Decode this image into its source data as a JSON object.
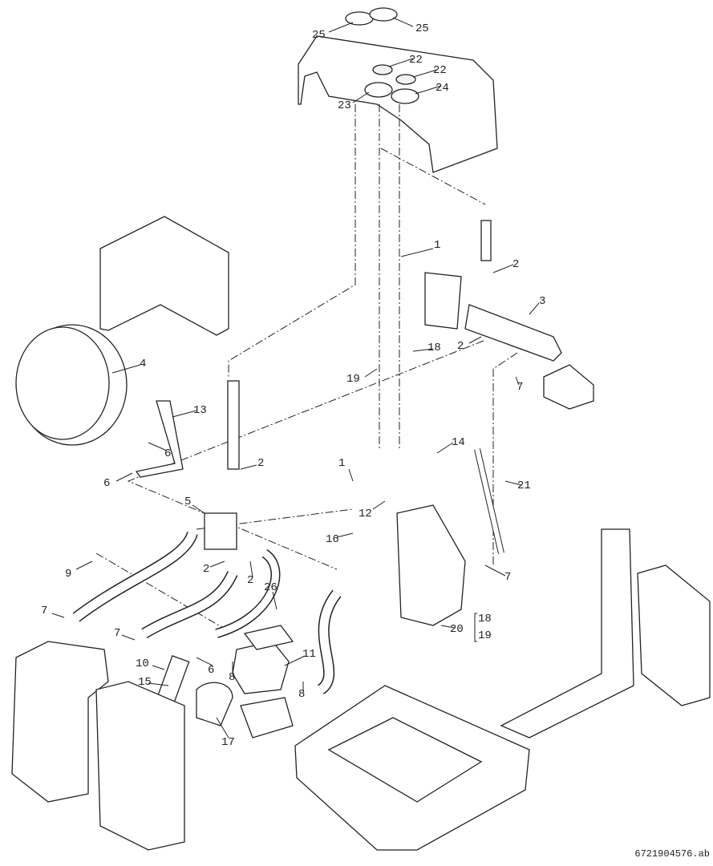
{
  "callouts": [
    "25",
    "25",
    "22",
    "22",
    "23",
    "24",
    "1",
    "2",
    "3",
    "2",
    "18",
    "19",
    "7",
    "4",
    "13",
    "6",
    "6",
    "2",
    "1",
    "14",
    "21",
    "12",
    "5",
    "16",
    "9",
    "2",
    "2",
    "7",
    "26",
    "7",
    "20",
    "18",
    "19",
    "7",
    "10",
    "6",
    "11",
    "15",
    "8",
    "8",
    "17"
  ],
  "drawing_code": "6721904576.ab"
}
